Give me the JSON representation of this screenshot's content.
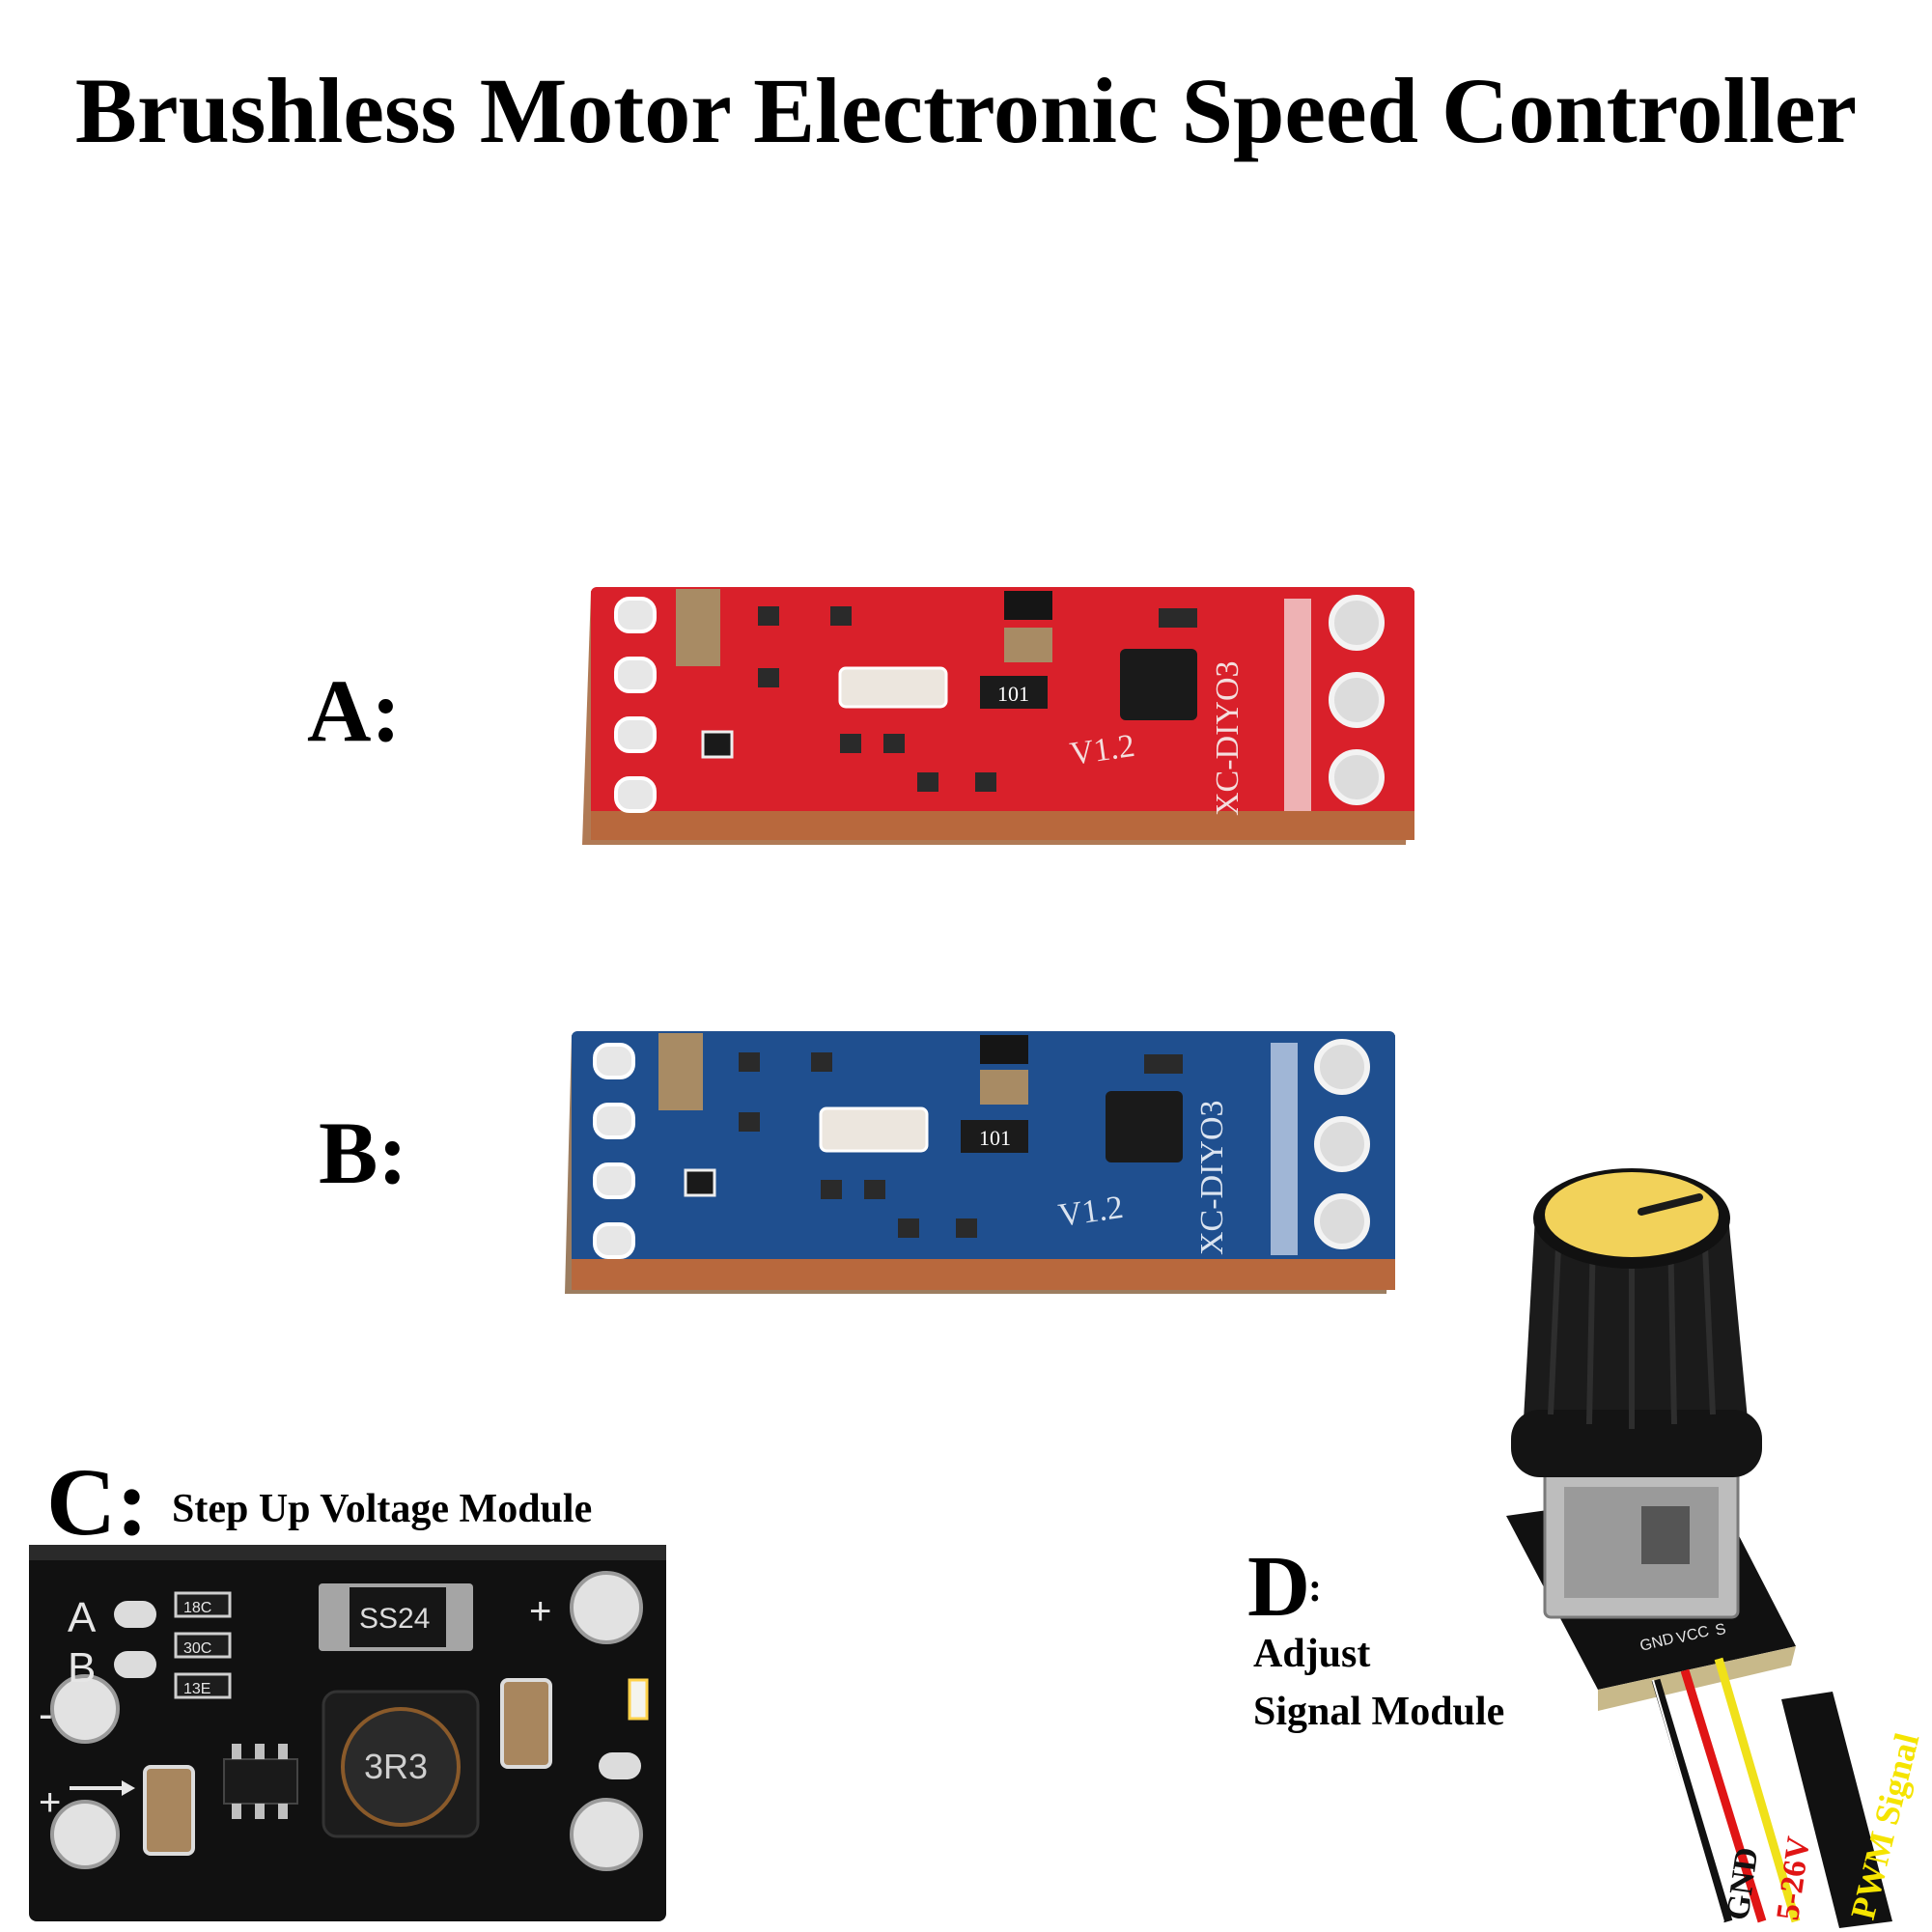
{
  "title": "Brushless Motor Electronic Speed Controller",
  "labels": {
    "a": "A:",
    "b": "B:",
    "c": "C:",
    "c_desc": "Step Up Voltage Module",
    "d": "D",
    "d_colon": ":",
    "d_desc_line1": "Adjust",
    "d_desc_line2": "Signal Module"
  },
  "board_markings": {
    "version": "V1.2",
    "resistor_code": "101",
    "model_text": "XC-DIYO3",
    "c_pin_a": "A",
    "c_pin_b": "B",
    "c_plus": "+",
    "c_minus": "-",
    "c_diode": "SS24",
    "c_inductor": "3R3",
    "c_code_1": "18C",
    "c_code_2": "30C",
    "c_code_3": "13E",
    "d_pin_gnd": "GND",
    "d_pin_vcc": "VCC",
    "d_pin_s": "S"
  },
  "wire_labels": {
    "gnd": "GND",
    "voltage": "5-26V",
    "signal": "PWM Signal"
  },
  "colors": {
    "board_a": "#d9202a",
    "board_b": "#1f4f8f",
    "board_c": "#111111",
    "knob_cap": "#f2d25a",
    "wire_red": "#e01515",
    "wire_yellow": "#f0e11a",
    "signal_text": "#f5e400"
  }
}
